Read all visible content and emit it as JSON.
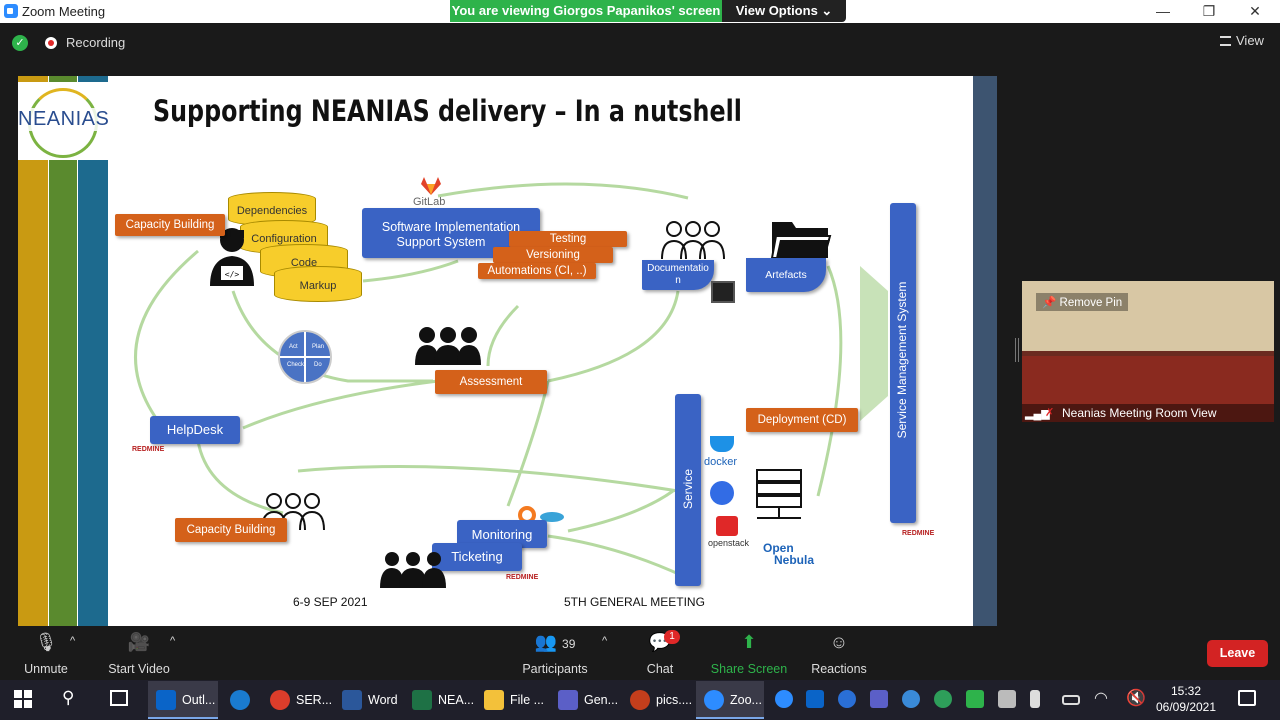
{
  "window": {
    "title": "Zoom Meeting",
    "viewing_banner": "You are viewing Giorgos Papanikos' screen",
    "view_options": "View Options ⌄",
    "minimize": "—",
    "restore": "❐",
    "close": "✕"
  },
  "meeting_bar": {
    "recording": "Recording",
    "view": "View"
  },
  "slide": {
    "title": "Supporting NEANIAS delivery – In a nutshell",
    "logo_text": "NEANIAS",
    "gitlab": "GitLab",
    "boxes": {
      "capacity_building_top": "Capacity Building",
      "software_impl_line1": "Software Implementation",
      "software_impl_line2": "Support System",
      "testing": "Testing",
      "versioning": "Versioning",
      "automations": "Automations (CI, ..)",
      "documentation_line1": "Documentatio",
      "documentation_line2": "n",
      "artefacts": "Artefacts",
      "assessment": "Assessment",
      "helpdesk": "HelpDesk",
      "deployment": "Deployment (CD)",
      "capacity_building_bottom": "Capacity Building",
      "monitoring": "Monitoring",
      "ticketing": "Ticketing",
      "service": "Service",
      "service_management": "Service Management System"
    },
    "cylinders": [
      "Dependencies",
      "Configuration",
      "Code",
      "Markup"
    ],
    "pdca": [
      "Act",
      "Plan",
      "Check",
      "Do"
    ],
    "tech_labels": {
      "docker": "docker",
      "openstack": "openstack",
      "open_line1": "Open",
      "open_line2": "Nebula",
      "redmine": "REDMINE"
    },
    "footer_left": "6-9 SEP 2021",
    "footer_right": "5TH GENERAL MEETING",
    "colors": {
      "orange": "#d4611a",
      "blue": "#3a63c4",
      "yellow": "#f7cd2b",
      "stripe_gold": "#c99a12",
      "stripe_green": "#5a8a2e",
      "stripe_teal": "#1d6a8e"
    }
  },
  "video_tile": {
    "remove_pin": "Remove Pin",
    "name": "Neanias Meeting Room View"
  },
  "toolbar": {
    "unmute": "Unmute",
    "start_video": "Start Video",
    "participants": "Participants",
    "participants_count": "39",
    "chat": "Chat",
    "chat_badge": "1",
    "share_screen": "Share Screen",
    "reactions": "Reactions",
    "leave": "Leave"
  },
  "taskbar": {
    "apps": [
      "Outl...",
      "SER...",
      "Word",
      "NEA...",
      "File ...",
      "Gen...",
      "pics....",
      "Zoo..."
    ],
    "time": "15:32",
    "date": "06/09/2021"
  }
}
